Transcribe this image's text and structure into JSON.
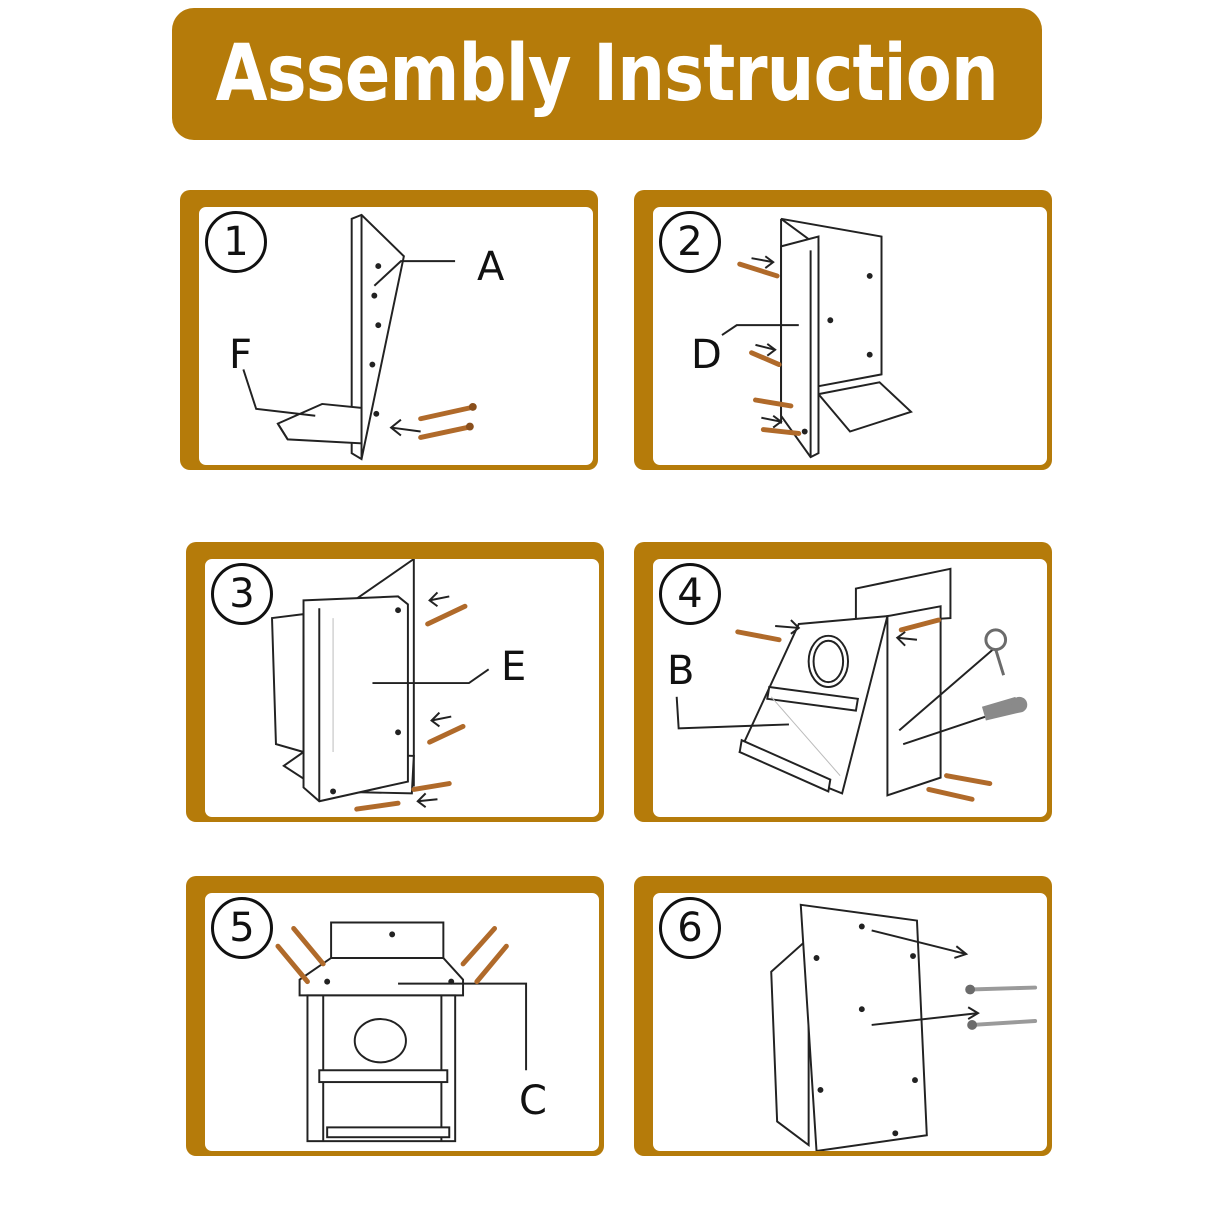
{
  "title": "Assembly Instruction",
  "colors": {
    "banner": "#b57b0a",
    "panel_border": "#b57b0a",
    "line": "#222222",
    "screw": "#b06a2a"
  },
  "steps": [
    {
      "number": "1",
      "labels": [
        "A",
        "F"
      ]
    },
    {
      "number": "2",
      "labels": [
        "D"
      ]
    },
    {
      "number": "3",
      "labels": [
        "E"
      ]
    },
    {
      "number": "4",
      "labels": [
        "B"
      ]
    },
    {
      "number": "5",
      "labels": [
        "C"
      ]
    },
    {
      "number": "6",
      "labels": []
    }
  ]
}
